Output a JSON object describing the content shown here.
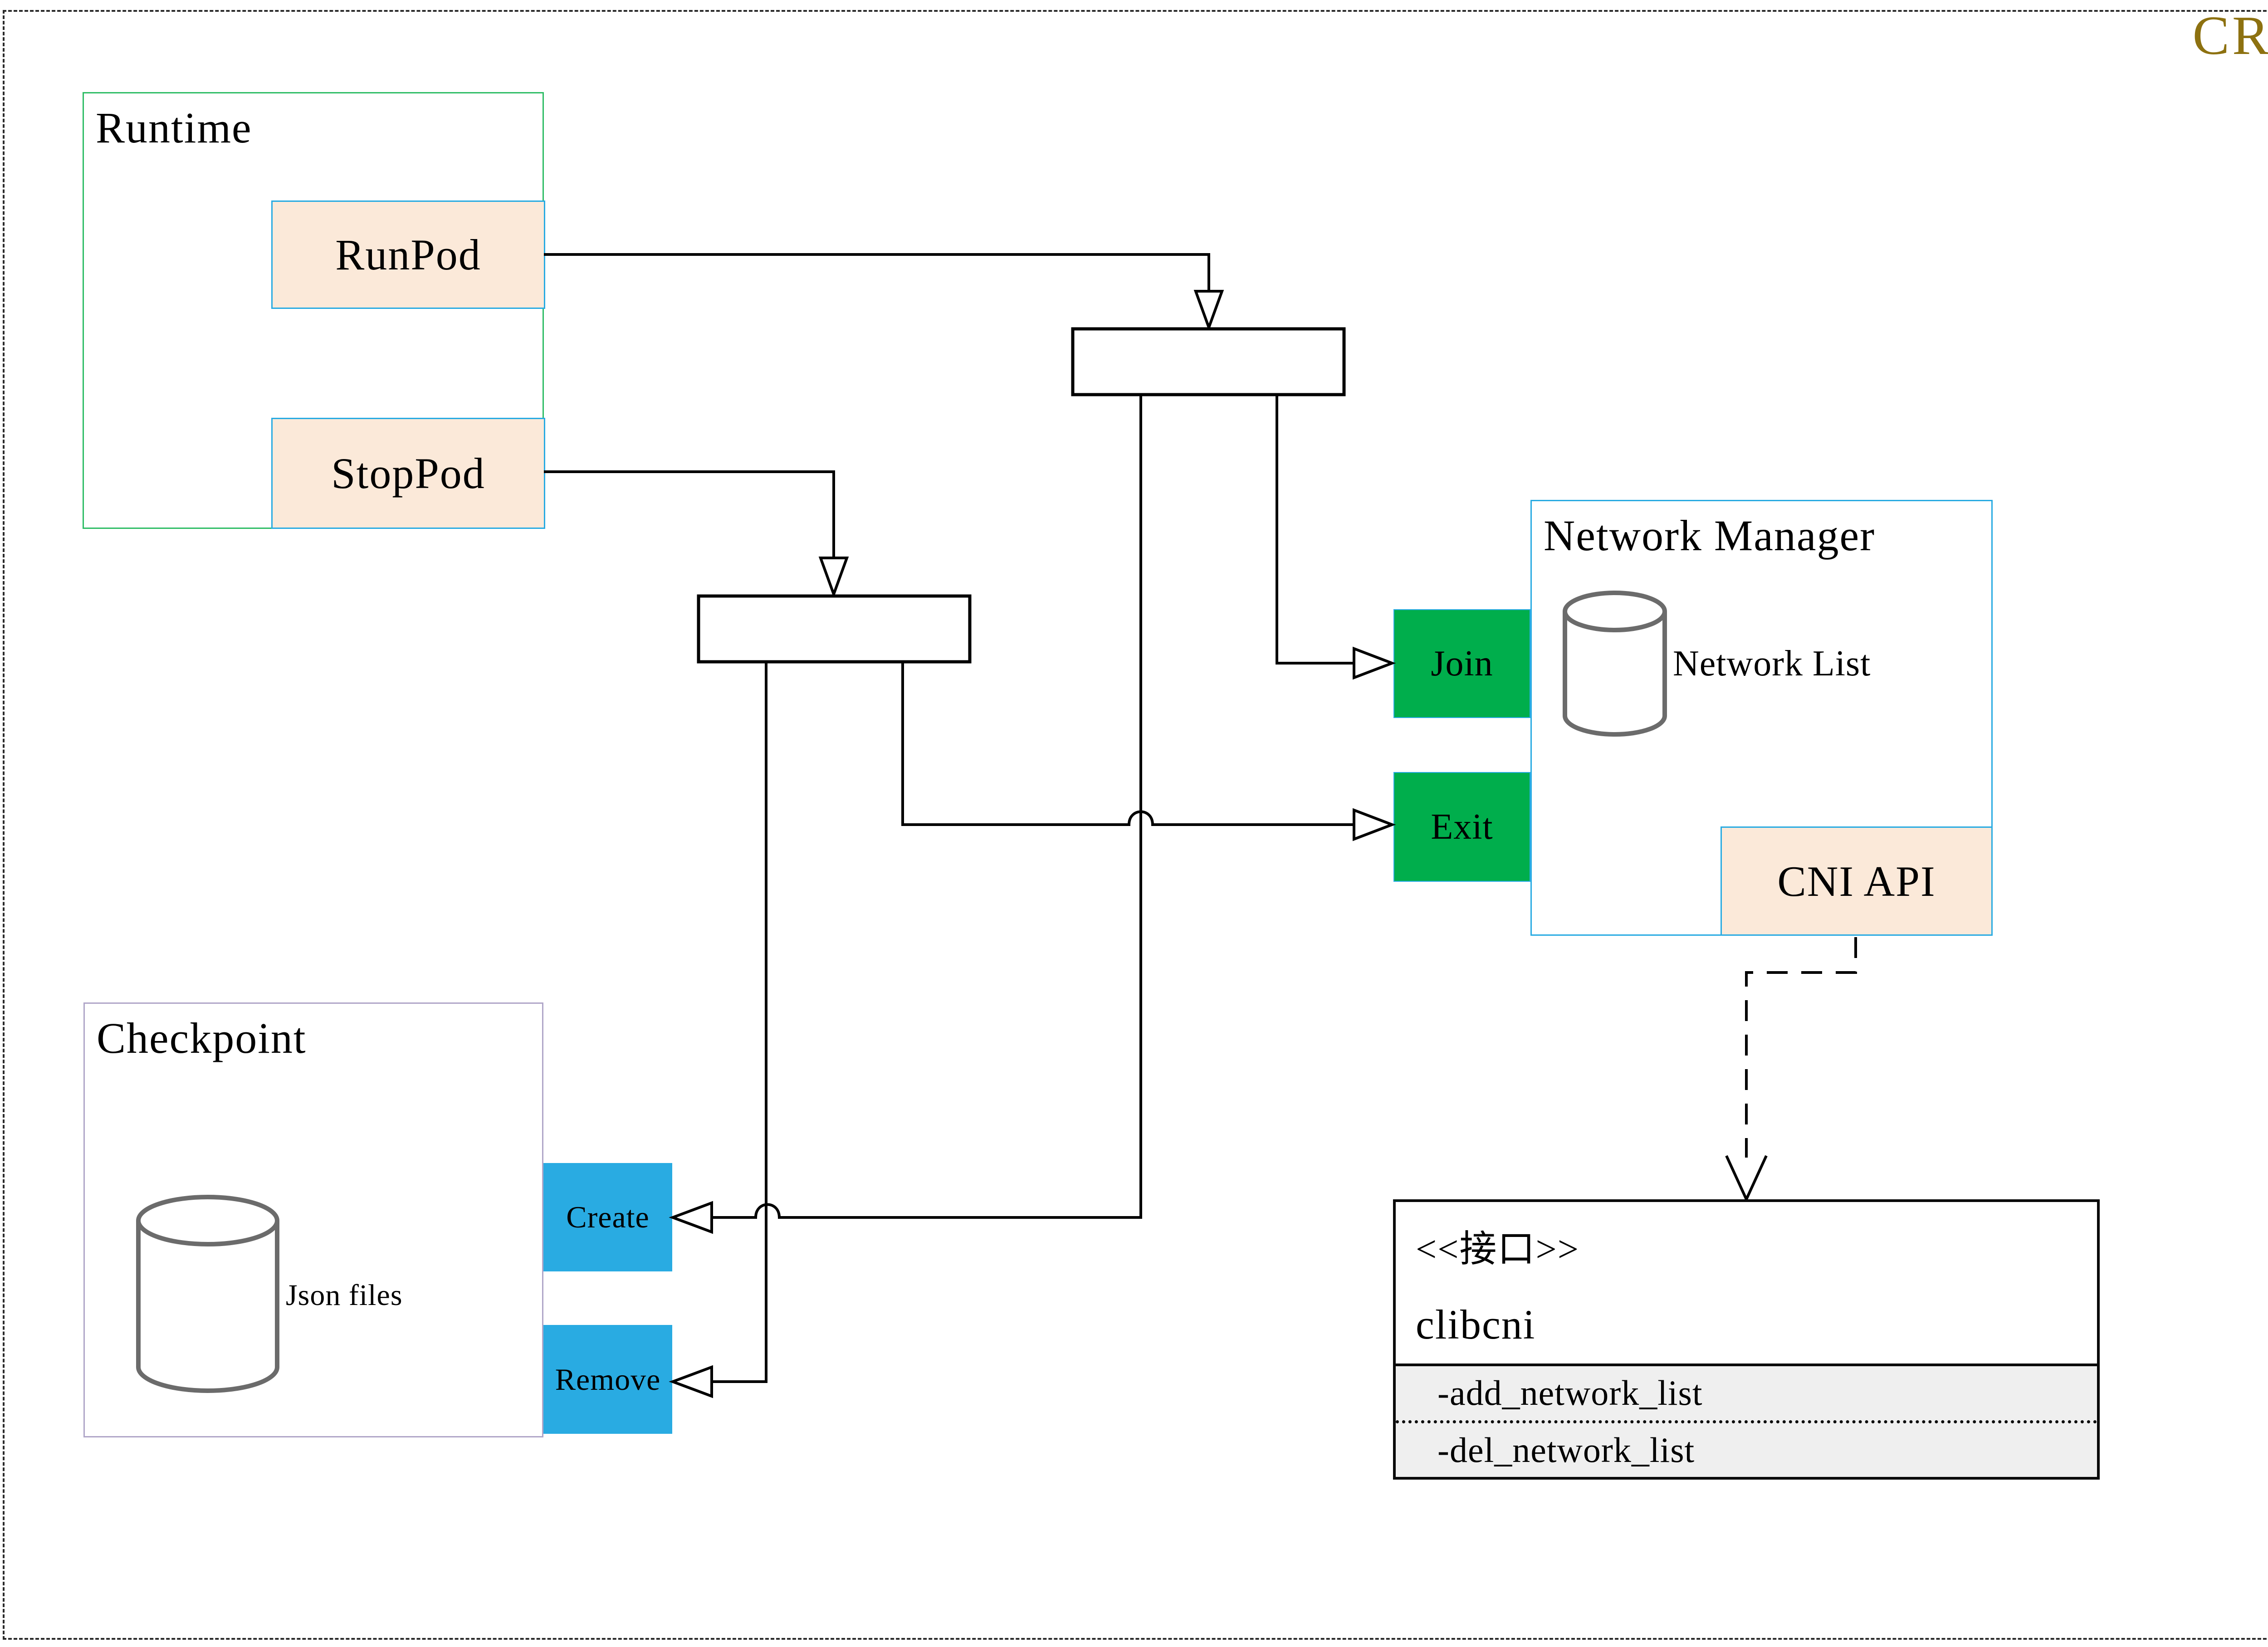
{
  "title": "CRI",
  "runtime": {
    "label": "Runtime",
    "run_pod": "RunPod",
    "stop_pod": "StopPod"
  },
  "checkpoint": {
    "label": "Checkpoint",
    "datastore": "Json files",
    "create": "Create",
    "remove": "Remove"
  },
  "network_manager": {
    "label": "Network Manager",
    "join": "Join",
    "exit": "Exit",
    "datastore": "Network List",
    "cni_api": "CNI API"
  },
  "interface": {
    "stereotype": "<<接口>>",
    "name": "clibcni",
    "methods": [
      "-add_network_list",
      "-del_network_list"
    ]
  },
  "colors": {
    "accent_cyan": "#29abe2",
    "green": "#00ae4c",
    "peach": "#fbe9d9",
    "runtime_green": "#2fbd66",
    "checkpoint_purple": "#b0a6c8",
    "method_bg": "#efefef",
    "title_gold": "#8d7110",
    "cylinder_gray": "#6b6b6b"
  }
}
